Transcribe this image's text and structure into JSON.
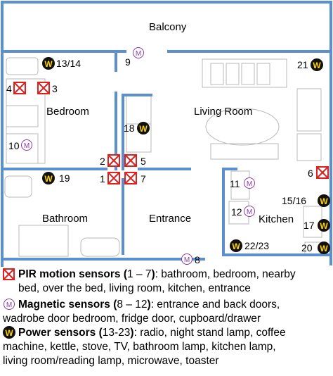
{
  "rooms": {
    "balcony": "Balcony",
    "bedroom": "Bedroom",
    "living_room": "Living Room",
    "bathroom": "Bathroom",
    "entrance": "Entrance",
    "kitchen": "Kitchen"
  },
  "sensor_labels": {
    "s13_14": "13/14",
    "s9": "9",
    "s21": "21",
    "s4": "4",
    "s3": "3",
    "s18": "18",
    "s10": "10",
    "s2": "2",
    "s5": "5",
    "s1": "1",
    "s7": "7",
    "s19": "19",
    "s6": "6",
    "s11": "11",
    "s15_16": "15/16",
    "s12": "12",
    "s17": "17",
    "s22_23": "22/23",
    "s20": "20",
    "s8": "8"
  },
  "icons": {
    "pir": "PIR square-x icon",
    "magnetic": "M circle icon",
    "power": "W circle icon"
  },
  "legend": {
    "pir_title": "PIR motion sensors (",
    "pir_range": "1 – 7",
    "pir_close": ")",
    "pir_desc_1": ": bathroom, bedroom, nearby",
    "pir_desc_2": "bed, over the bed, living room, kitchen, entrance",
    "mag_title": "Magnetic sensors (",
    "mag_range": "8 – 12",
    "mag_close": ")",
    "mag_desc_1": ": entrance and back doors,",
    "mag_desc_2": "wadrobe door bedroom, fridge door, cupboard/drawer",
    "pow_title": "Power sensors (",
    "pow_range": "13-23",
    "pow_close": ")",
    "pow_desc_1": ": radio, night stand lamp, coffee",
    "pow_desc_2": "machine, kettle, stove, TV,  bathroom lamp, kitchen lamp,",
    "pow_desc_3": "living room/reading lamp, microwave, toaster"
  },
  "colors": {
    "wall": "#5b8fd0",
    "pir": "#e0201e",
    "magnetic": "#8a3aa3",
    "power_fill": "#111111",
    "power_letter": "#ffd200",
    "furniture": "#b8b8b8"
  }
}
